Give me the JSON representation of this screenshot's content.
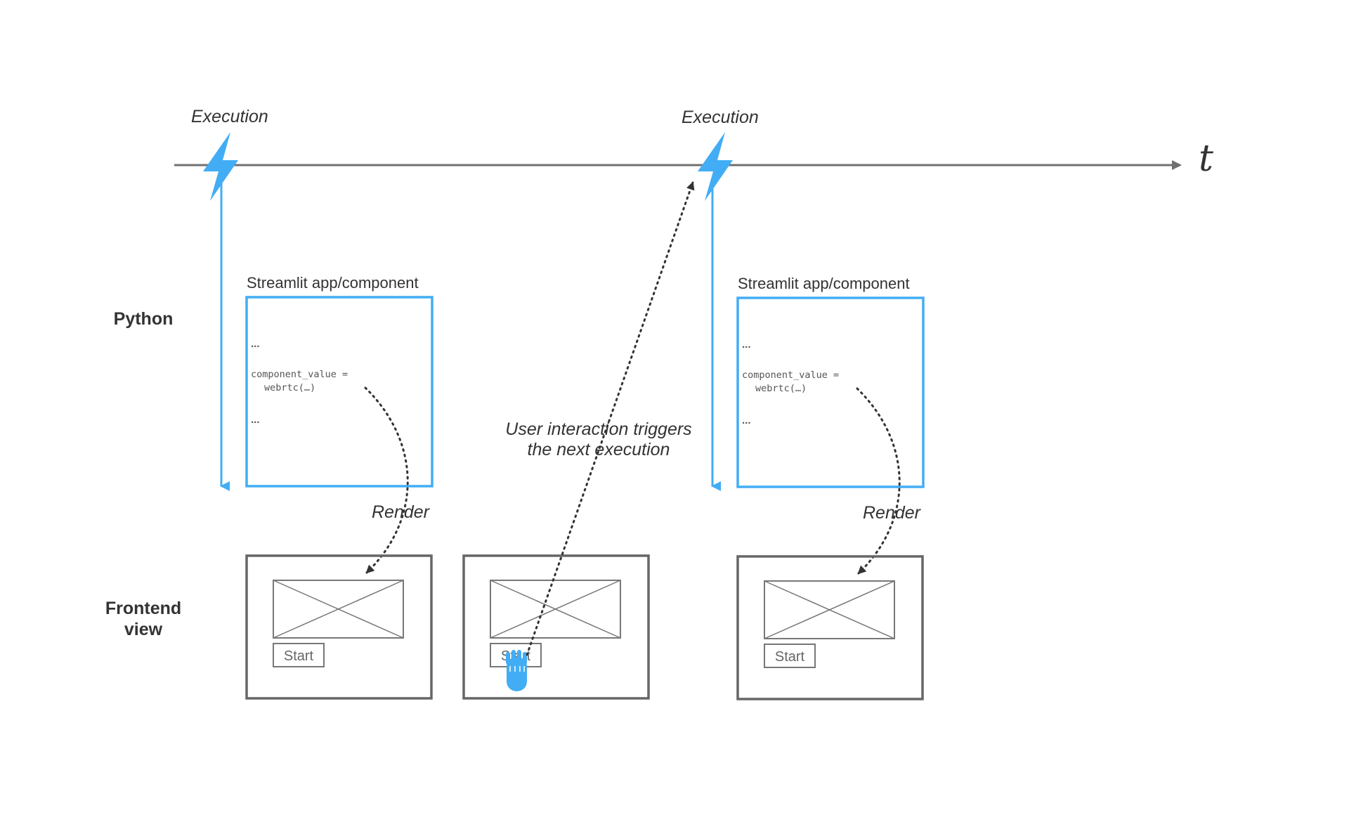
{
  "colors": {
    "timeline": "#707070",
    "python_accent": "#42adf4",
    "frontend_box": "#666666",
    "text": "#333333",
    "code_text": "#555555",
    "dotted_arrow": "#333333",
    "background": "#ffffff"
  },
  "timeline": {
    "axis_label": "t",
    "executions": [
      {
        "label": "Execution"
      },
      {
        "label": "Execution"
      }
    ]
  },
  "rows": {
    "python": "Python",
    "frontend_line1": "Frontend",
    "frontend_line2": "view"
  },
  "python_boxes": [
    {
      "title": "Streamlit app/component",
      "ellipsis_top": "...",
      "code_line1": "component_value =",
      "code_line2": "webrtc(…)",
      "ellipsis_bottom": "..."
    },
    {
      "title": "Streamlit app/component",
      "ellipsis_top": "...",
      "code_line1": "component_value =",
      "code_line2": "webrtc(…)",
      "ellipsis_bottom": "..."
    }
  ],
  "render_labels": [
    "Render",
    "Render"
  ],
  "frontend_views": [
    {
      "button_label": "Start"
    },
    {
      "button_label": "Start"
    },
    {
      "button_label": "Start"
    }
  ],
  "interaction": {
    "line1": "User interaction triggers",
    "line2": "the next execution"
  },
  "icons": {
    "execution": "lightning-bolt-icon",
    "click": "hand-pointer-icon",
    "video_placeholder": "image-placeholder-icon"
  }
}
